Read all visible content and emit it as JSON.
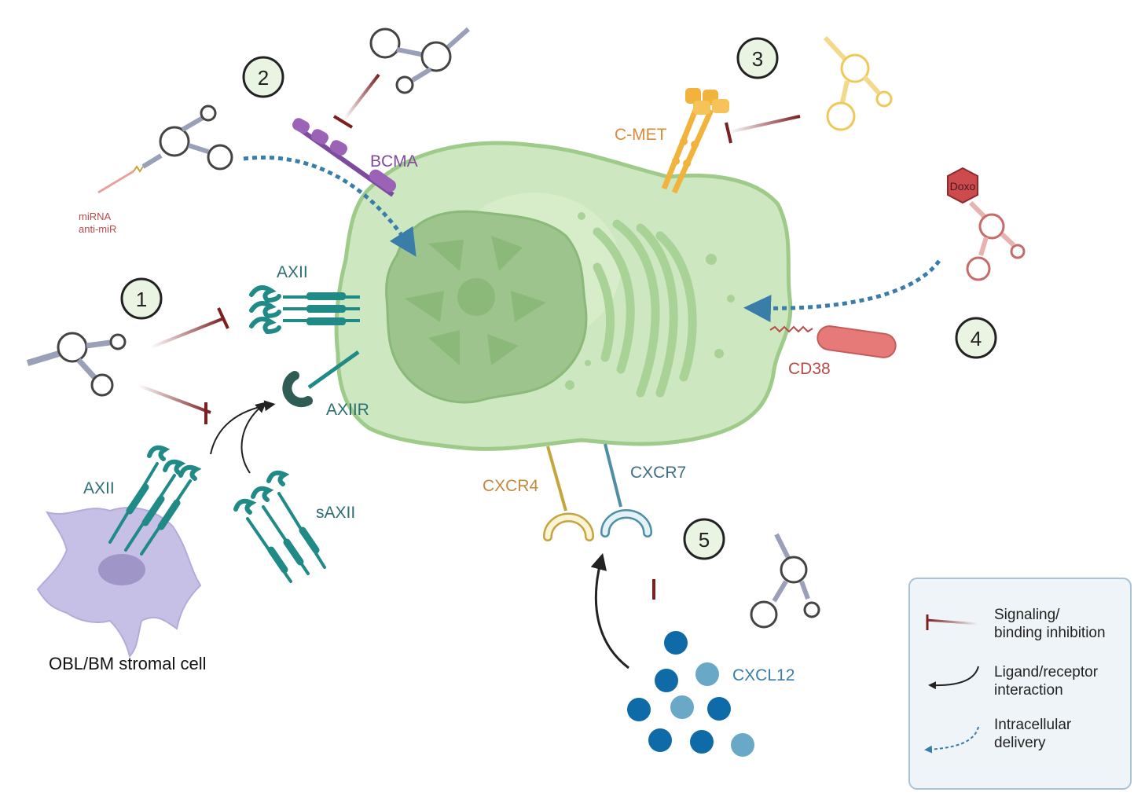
{
  "steps": [
    "1",
    "2",
    "3",
    "4",
    "5"
  ],
  "labels": {
    "mirna": "miRNA",
    "antimir": "anti-miR",
    "bcma": "BCMA",
    "cmet": "C-MET",
    "doxo": "Doxo",
    "axl_top": "AXII",
    "axlr": "AXIIR",
    "cd38": "CD38",
    "axl_stromal": "AXII",
    "saxl": "sAXII",
    "stromal_cell": "OBL/BM stromal cell",
    "cxcr4": "CXCR4",
    "cxcr7": "CXCR7",
    "cxcl12": "CXCL12"
  },
  "legend": {
    "inhibition": [
      "Signaling/",
      "binding inhibition"
    ],
    "interaction": [
      "Ligand/receptor",
      "interaction"
    ],
    "delivery": [
      "Intracellular",
      "delivery"
    ]
  },
  "colors": {
    "cell_fill": "#cde8c0",
    "cell_stroke": "#9fcb8a",
    "nucleus": "#9cc48c",
    "inhibitor": "#7a1f22",
    "delivery_arrow": "#3a7da8",
    "bcma": "#7e4a9e",
    "cmet": "#f2b33d",
    "axl": "#1f8a86",
    "cd38": "#e67a78",
    "stromal": "#c7c0e6",
    "cxcr4": "#c4a53e",
    "cxcr7": "#4e8fa6",
    "cxcl12_dark": "#0f6aa8",
    "cxcl12_light": "#6aa8c8"
  }
}
